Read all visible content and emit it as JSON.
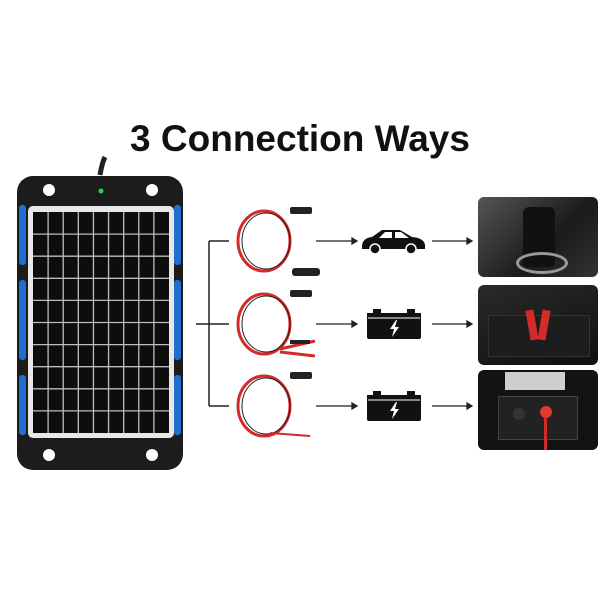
{
  "title": "3 Connection Ways",
  "connections": [
    {
      "cable": "cigarette-lighter-plug-cable",
      "target_icon": "car-icon",
      "photo": "car-cigarette-socket-photo"
    },
    {
      "cable": "alligator-clip-cable",
      "target_icon": "battery-icon",
      "photo": "battery-clips-photo"
    },
    {
      "cable": "o-ring-terminal-cable",
      "target_icon": "battery-icon",
      "photo": "sae-port-photo"
    }
  ],
  "colors": {
    "frame": "#1c1c1c",
    "accent_blue": "#1f6fd1",
    "cable_red": "#d42a2a",
    "led": "#22d34a"
  }
}
